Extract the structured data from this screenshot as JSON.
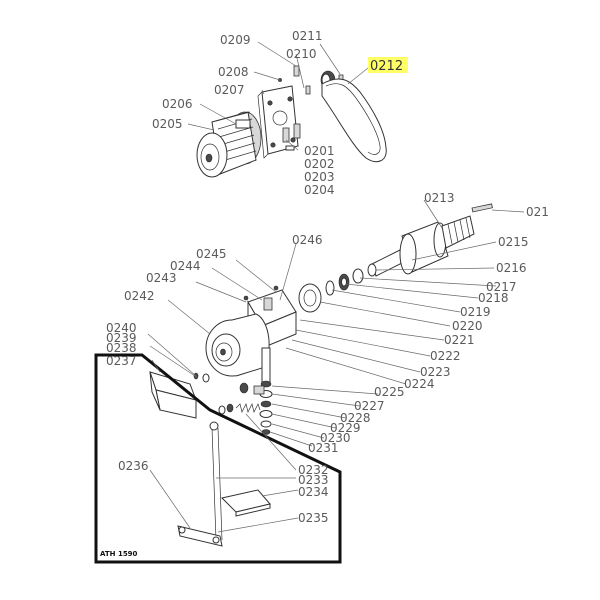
{
  "highlight": {
    "label": "0212",
    "color": "#ffff66"
  },
  "drawing_tag": "ATH 1590",
  "labels": {
    "p0201": "0201",
    "p0202": "0202",
    "p0203": "0203",
    "p0204": "0204",
    "p0205": "0205",
    "p0206": "0206",
    "p0207": "0207",
    "p0208": "0208",
    "p0209": "0209",
    "p0210": "0210",
    "p0211": "0211",
    "p0213": "0213",
    "p021": "021",
    "p0215": "0215",
    "p0216": "0216",
    "p0217": "0217",
    "p0218": "0218",
    "p0219": "0219",
    "p0220": "0220",
    "p0221": "0221",
    "p0222": "0222",
    "p0223": "0223",
    "p0224": "0224",
    "p0225": "0225",
    "p0227": "0227",
    "p0228": "0228",
    "p0229": "0229",
    "p0230": "0230",
    "p0231": "0231",
    "p0232": "0232",
    "p0233": "0233",
    "p0234": "0234",
    "p0235": "0235",
    "p0236": "0236",
    "p0237": "0237",
    "p0238": "0238",
    "p0239": "0239",
    "p0240": "0240",
    "p0242": "0242",
    "p0243": "0243",
    "p0244": "0244",
    "p0245": "0245",
    "p0246": "0246"
  }
}
